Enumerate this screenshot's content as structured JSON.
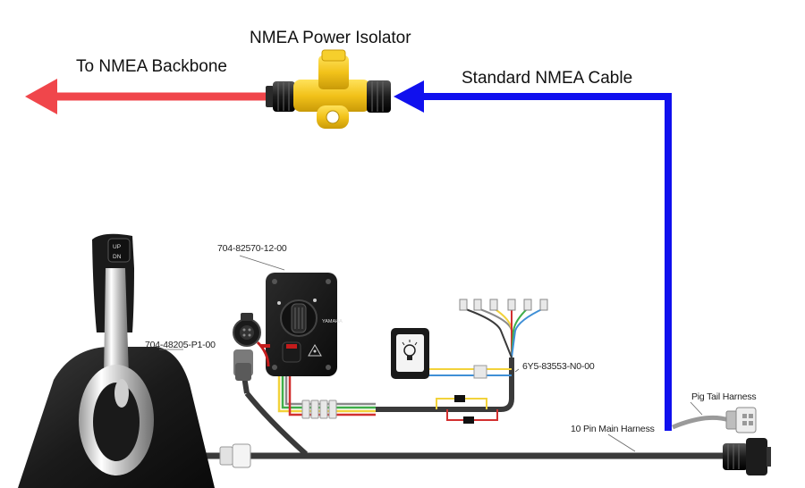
{
  "labels": {
    "isolator_title": "NMEA Power Isolator",
    "to_backbone": "To NMEA Backbone",
    "standard_cable": "Standard NMEA Cable",
    "control_part": "704-48205-P1-00",
    "switch_panel_part": "704-82570-12-00",
    "harness_part": "6Y5-83553-N0-00",
    "pig_tail": "Pig Tail Harness",
    "main_harness": "10 Pin Main Harness"
  },
  "control": {
    "button_top": "UP",
    "button_bottom": "DN"
  },
  "panel": {
    "brand": "YAMAHA"
  },
  "colors": {
    "backbone_arrow": "#f0464b",
    "nmea_cable": "#1010ee",
    "isolator_body": "#f2c21a",
    "connector_dark": "#1c1c1c",
    "harness_cable": "#3a3a3a",
    "wire_yellow": "#f2d23a",
    "wire_red": "#d23030",
    "wire_green": "#3fae49",
    "wire_blue": "#3f8fd6"
  }
}
